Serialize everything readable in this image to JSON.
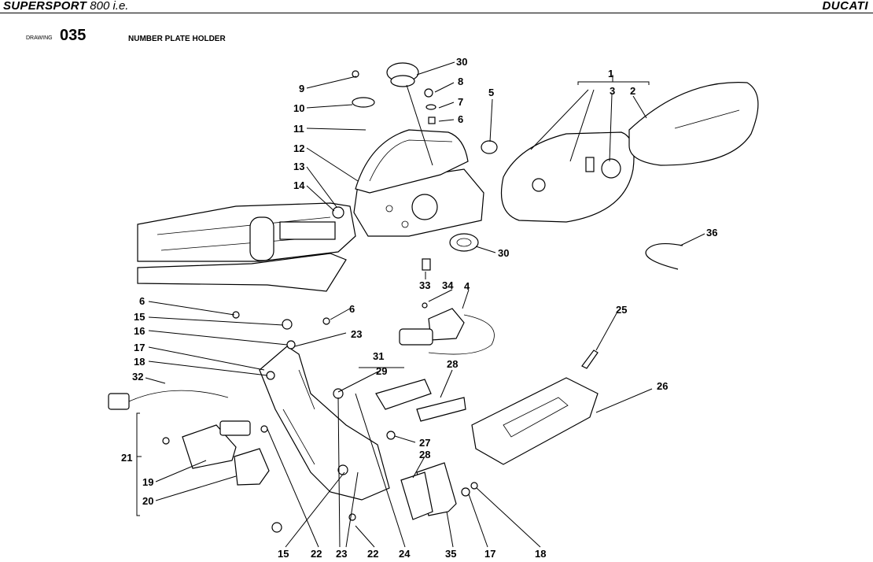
{
  "header": {
    "model_bold": "SUPERSPORT",
    "model_rest": " 800 i.e.",
    "brand": "DUCATI",
    "drawing_label": "DRAWING",
    "drawing_number": "035",
    "drawing_title": "NUMBER PLATE HOLDER"
  },
  "callouts": {
    "c1": "1",
    "c2": "2",
    "c3": "3",
    "c4": "4",
    "c5": "5",
    "c6a": "6",
    "c6b": "6",
    "c6c": "6",
    "c7": "7",
    "c8": "8",
    "c9": "9",
    "c10": "10",
    "c11": "11",
    "c12": "12",
    "c13": "13",
    "c14": "14",
    "c15a": "15",
    "c15b": "15",
    "c16": "16",
    "c17a": "17",
    "c17b": "17",
    "c18a": "18",
    "c18b": "18",
    "c19": "19",
    "c20": "20",
    "c21": "21",
    "c22a": "22",
    "c22b": "22",
    "c23a": "23",
    "c23b": "23",
    "c24": "24",
    "c25": "25",
    "c26": "26",
    "c27": "27",
    "c28a": "28",
    "c28b": "28",
    "c29": "29",
    "c30a": "30",
    "c30b": "30",
    "c31": "31",
    "c32": "32",
    "c33": "33",
    "c34": "34",
    "c35": "35",
    "c36": "36"
  }
}
